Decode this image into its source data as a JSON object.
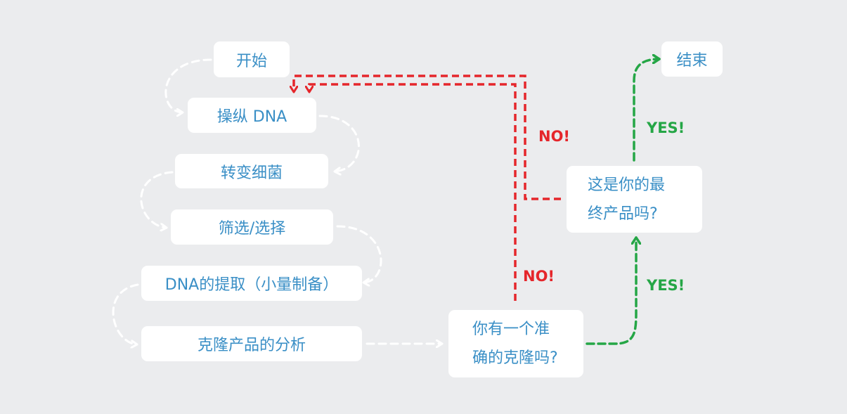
{
  "steps": {
    "start": "开始",
    "manipulate_dna": "操纵 DNA",
    "transform_bacteria": "转变细菌",
    "screen_select": "筛选/选择",
    "dna_extraction": "DNA的提取（小量制备）",
    "clone_analysis": "克隆产品的分析",
    "end": "结束"
  },
  "decisions": {
    "correct_clone_line1": "你有一个准",
    "correct_clone_line2": "确的克隆吗?",
    "final_product_line1": "这是你的最",
    "final_product_line2": "终产品吗?"
  },
  "edge_labels": {
    "no_lower": "NO!",
    "no_upper": "NO!",
    "yes_lower": "YES!",
    "yes_upper": "YES!"
  },
  "colors": {
    "background": "#ebecee",
    "node_text": "#3a8fc6",
    "flow_arrow": "#ffffff",
    "no_arrow": "#e5262b",
    "yes_arrow": "#25a646"
  }
}
